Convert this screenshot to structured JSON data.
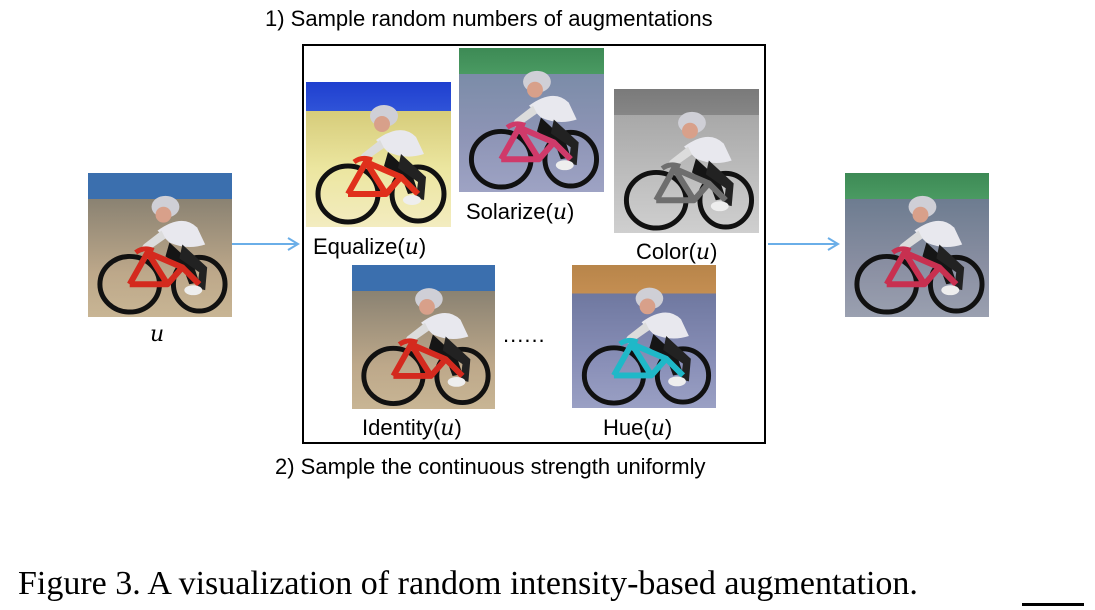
{
  "diagram": {
    "step1_text": "1) Sample random numbers of augmentations",
    "step2_text": "2) Sample the continuous strength uniformly",
    "input_label": "u",
    "ellipsis": "......",
    "augmentations": [
      {
        "name": "Equalize",
        "arg": "u"
      },
      {
        "name": "Solarize",
        "arg": "u"
      },
      {
        "name": "Color",
        "arg": "u"
      },
      {
        "name": "Identity",
        "arg": "u"
      },
      {
        "name": "Hue",
        "arg": "u"
      }
    ],
    "arrow_color": "#6aaee8"
  },
  "caption": "Figure 3. A visualization of random intensity-based augmentation."
}
